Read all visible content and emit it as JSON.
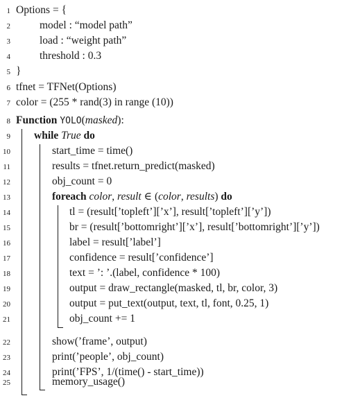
{
  "lines": [
    {
      "n": "1",
      "text": "Options = {"
    },
    {
      "n": "2",
      "text": "model : “model path”"
    },
    {
      "n": "3",
      "text": "load : “weight path”"
    },
    {
      "n": "4",
      "text": "threshold : 0.3"
    },
    {
      "n": "5",
      "text": "}"
    },
    {
      "n": "6",
      "text": "tfnet = TFNet(Options)"
    },
    {
      "n": "7",
      "text": "color = (255 * rand(3) in range (10))"
    },
    {
      "n": "8",
      "kw": "Function",
      "fname": "YOLO",
      "open": "(",
      "param": "masked",
      "close": "):"
    },
    {
      "n": "9",
      "kw": "while",
      "cond": "True",
      "kw2": "do"
    },
    {
      "n": "10",
      "text": "start_time = time()"
    },
    {
      "n": "11",
      "text": "results = tfnet.return_predict(masked)"
    },
    {
      "n": "12",
      "text": "obj_count = 0"
    },
    {
      "n": "13",
      "kw": "foreach",
      "v1": "color",
      "sep": ", ",
      "v2": "result",
      "in": " ∈ (",
      "v3": "color",
      "sep2": ", ",
      "v4": "results",
      "close": ") ",
      "kw2": "do"
    },
    {
      "n": "14",
      "text": "tl = (result[’topleft’][’x’], result[’topleft’][’y’])"
    },
    {
      "n": "15",
      "text": "br = (result[’bottomright’][’x’], result[’bottomright’][’y’])"
    },
    {
      "n": "16",
      "text": "label = result[’label’]"
    },
    {
      "n": "17",
      "text": "confidence = result[’confidence’]"
    },
    {
      "n": "18",
      "text": "text = ’: ’.(label, confidence * 100)"
    },
    {
      "n": "19",
      "text": "output = draw_rectangle(masked, tl, br, color, 3)"
    },
    {
      "n": "20",
      "text": "output = put_text(output, text, tl, font, 0.25, 1)"
    },
    {
      "n": "21",
      "text": "obj_count += 1"
    },
    {
      "n": "22",
      "text": "show(’frame’, output)"
    },
    {
      "n": "23",
      "text": "print(’people’, obj_count)"
    },
    {
      "n": "24",
      "text": "print(’FPS’, 1/(time() - start_time))"
    },
    {
      "n": "25",
      "text": "memory_usage()"
    }
  ]
}
